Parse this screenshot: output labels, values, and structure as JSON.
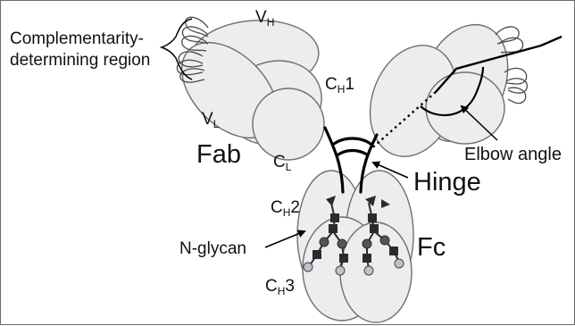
{
  "labels": {
    "vh": "V",
    "vh_sub": "H",
    "cdr_line1": "Complementarity-",
    "cdr_line2": "determining region",
    "ch1": "C",
    "ch1_sub": "H",
    "ch1_num": "1",
    "vl": "V",
    "vl_sub": "L",
    "fab": "Fab",
    "cl": "C",
    "cl_sub": "L",
    "elbow": "Elbow angle",
    "hinge": "Hinge",
    "ch2": "C",
    "ch2_sub": "H",
    "ch2_num": "2",
    "nglycan": "N-glycan",
    "fc": "Fc",
    "ch3": "C",
    "ch3_sub": "H",
    "ch3_num": "3"
  }
}
